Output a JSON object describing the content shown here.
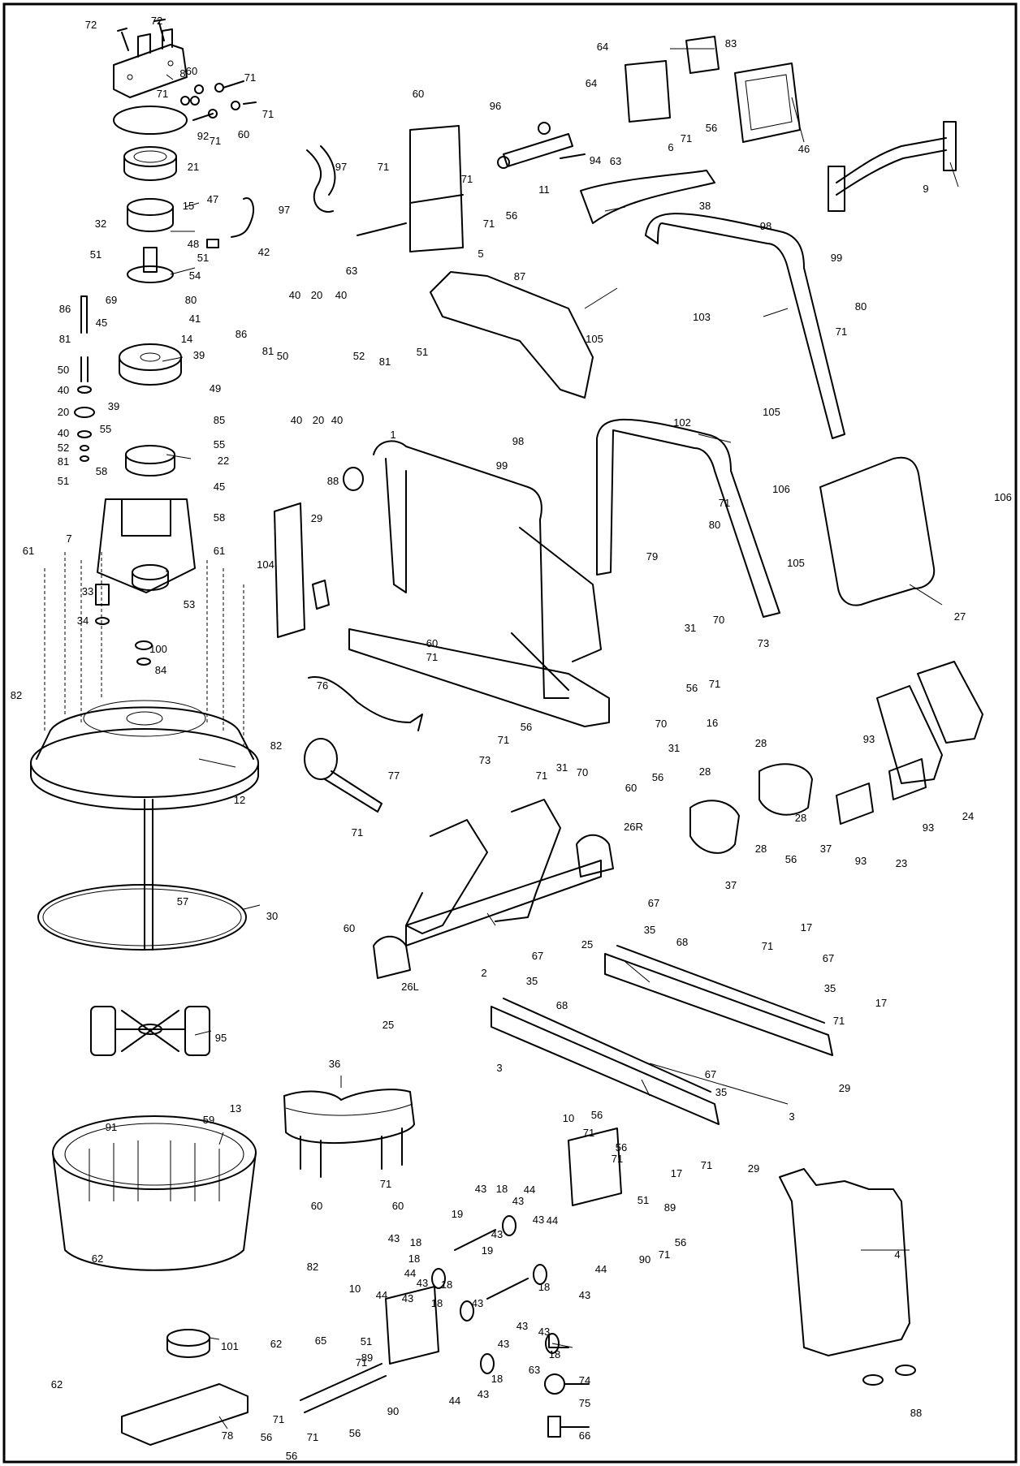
{
  "diagram": {
    "type": "exploded-parts-diagram",
    "border_color": "#000000",
    "background": "#ffffff",
    "callouts": [
      {
        "id": "c72a",
        "text": "72"
      },
      {
        "id": "c72b",
        "text": "72"
      },
      {
        "id": "c8",
        "text": "8"
      },
      {
        "id": "c60a",
        "text": "60"
      },
      {
        "id": "c71a",
        "text": "71"
      },
      {
        "id": "c71b",
        "text": "71"
      },
      {
        "id": "c71c",
        "text": "71"
      },
      {
        "id": "c60b",
        "text": "60"
      },
      {
        "id": "c71d",
        "text": "71"
      },
      {
        "id": "c92",
        "text": "92"
      },
      {
        "id": "c21",
        "text": "21"
      },
      {
        "id": "c97a",
        "text": "97"
      },
      {
        "id": "c97b",
        "text": "97"
      },
      {
        "id": "c15",
        "text": "15"
      },
      {
        "id": "c47",
        "text": "47"
      },
      {
        "id": "c32",
        "text": "32"
      },
      {
        "id": "c48",
        "text": "48"
      },
      {
        "id": "c42",
        "text": "42"
      },
      {
        "id": "c51a",
        "text": "51"
      },
      {
        "id": "c51b",
        "text": "51"
      },
      {
        "id": "c54",
        "text": "54"
      },
      {
        "id": "c86a",
        "text": "86"
      },
      {
        "id": "c69",
        "text": "69"
      },
      {
        "id": "c80a",
        "text": "80"
      },
      {
        "id": "c81a",
        "text": "81"
      },
      {
        "id": "c45a",
        "text": "45"
      },
      {
        "id": "c41",
        "text": "41"
      },
      {
        "id": "c14",
        "text": "14"
      },
      {
        "id": "c50a",
        "text": "50"
      },
      {
        "id": "c39a",
        "text": "39"
      },
      {
        "id": "c39b",
        "text": "39"
      },
      {
        "id": "c49",
        "text": "49"
      },
      {
        "id": "c40a",
        "text": "40"
      },
      {
        "id": "c20a",
        "text": "20"
      },
      {
        "id": "c40b",
        "text": "40"
      },
      {
        "id": "c52a",
        "text": "52"
      },
      {
        "id": "c81b",
        "text": "81"
      },
      {
        "id": "c51c",
        "text": "51"
      },
      {
        "id": "c85",
        "text": "85"
      },
      {
        "id": "c55a",
        "text": "55"
      },
      {
        "id": "c55b",
        "text": "55"
      },
      {
        "id": "c22",
        "text": "22"
      },
      {
        "id": "c58a",
        "text": "58"
      },
      {
        "id": "c45b",
        "text": "45"
      },
      {
        "id": "c58b",
        "text": "58"
      },
      {
        "id": "c7",
        "text": "7"
      },
      {
        "id": "c61a",
        "text": "61"
      },
      {
        "id": "c61b",
        "text": "61"
      },
      {
        "id": "c33",
        "text": "33"
      },
      {
        "id": "c53",
        "text": "53"
      },
      {
        "id": "c34",
        "text": "34"
      },
      {
        "id": "c100",
        "text": "100"
      },
      {
        "id": "c84",
        "text": "84"
      },
      {
        "id": "c82a",
        "text": "82"
      },
      {
        "id": "c82b",
        "text": "82"
      },
      {
        "id": "c12",
        "text": "12"
      },
      {
        "id": "c57",
        "text": "57"
      },
      {
        "id": "c30",
        "text": "30"
      },
      {
        "id": "c95",
        "text": "95"
      },
      {
        "id": "c13",
        "text": "13"
      },
      {
        "id": "c59",
        "text": "59"
      },
      {
        "id": "c91",
        "text": "91"
      },
      {
        "id": "c82c",
        "text": "82"
      },
      {
        "id": "c62a",
        "text": "62"
      },
      {
        "id": "c101",
        "text": "101"
      },
      {
        "id": "c62b",
        "text": "62"
      },
      {
        "id": "c62c",
        "text": "62"
      },
      {
        "id": "c78",
        "text": "78"
      },
      {
        "id": "c60c",
        "text": "60"
      },
      {
        "id": "c71e",
        "text": "71"
      },
      {
        "id": "c71f",
        "text": "71"
      },
      {
        "id": "c5",
        "text": "5"
      },
      {
        "id": "c56a",
        "text": "56"
      },
      {
        "id": "c71g",
        "text": "71"
      },
      {
        "id": "c63a",
        "text": "63"
      },
      {
        "id": "c96",
        "text": "96"
      },
      {
        "id": "c11",
        "text": "11"
      },
      {
        "id": "c94",
        "text": "94"
      },
      {
        "id": "c63b",
        "text": "63"
      },
      {
        "id": "c64a",
        "text": "64"
      },
      {
        "id": "c64b",
        "text": "64"
      },
      {
        "id": "c83",
        "text": "83"
      },
      {
        "id": "c6",
        "text": "6"
      },
      {
        "id": "c71h",
        "text": "71"
      },
      {
        "id": "c56b",
        "text": "56"
      },
      {
        "id": "c46",
        "text": "46"
      },
      {
        "id": "c9",
        "text": "9"
      },
      {
        "id": "c38",
        "text": "38"
      },
      {
        "id": "c98a",
        "text": "98"
      },
      {
        "id": "c99a",
        "text": "99"
      },
      {
        "id": "c87",
        "text": "87"
      },
      {
        "id": "c103",
        "text": "103"
      },
      {
        "id": "c80b",
        "text": "80"
      },
      {
        "id": "c71i",
        "text": "71"
      },
      {
        "id": "c105a",
        "text": "105"
      },
      {
        "id": "c105b",
        "text": "105"
      },
      {
        "id": "c40c",
        "text": "40"
      },
      {
        "id": "c20b",
        "text": "20"
      },
      {
        "id": "c40d",
        "text": "40"
      },
      {
        "id": "c86b",
        "text": "86"
      },
      {
        "id": "c81c",
        "text": "81"
      },
      {
        "id": "c50b",
        "text": "50"
      },
      {
        "id": "c52b",
        "text": "52"
      },
      {
        "id": "c81d",
        "text": "81"
      },
      {
        "id": "c51d",
        "text": "51"
      },
      {
        "id": "c40e",
        "text": "40"
      },
      {
        "id": "c20c",
        "text": "20"
      },
      {
        "id": "c40f",
        "text": "40"
      },
      {
        "id": "c1",
        "text": "1"
      },
      {
        "id": "c98b",
        "text": "98"
      },
      {
        "id": "c99b",
        "text": "99"
      },
      {
        "id": "c102",
        "text": "102"
      },
      {
        "id": "c88a",
        "text": "88"
      },
      {
        "id": "c106a",
        "text": "106"
      },
      {
        "id": "c106b",
        "text": "106"
      },
      {
        "id": "c104",
        "text": "104"
      },
      {
        "id": "c29a",
        "text": "29"
      },
      {
        "id": "c71j",
        "text": "71"
      },
      {
        "id": "c80c",
        "text": "80"
      },
      {
        "id": "c105c",
        "text": "105"
      },
      {
        "id": "c27",
        "text": "27"
      },
      {
        "id": "c79",
        "text": "79"
      },
      {
        "id": "c70a",
        "text": "70"
      },
      {
        "id": "c60d",
        "text": "60"
      },
      {
        "id": "c71k",
        "text": "71"
      },
      {
        "id": "c31a",
        "text": "31"
      },
      {
        "id": "c73a",
        "text": "73"
      },
      {
        "id": "c56c",
        "text": "56"
      },
      {
        "id": "c71l",
        "text": "71"
      },
      {
        "id": "c76",
        "text": "76"
      },
      {
        "id": "c56d",
        "text": "56"
      },
      {
        "id": "c71m",
        "text": "71"
      },
      {
        "id": "c70b",
        "text": "70"
      },
      {
        "id": "c73b",
        "text": "73"
      },
      {
        "id": "c31b",
        "text": "31"
      },
      {
        "id": "c70c",
        "text": "70"
      },
      {
        "id": "c31c",
        "text": "31"
      },
      {
        "id": "c56e",
        "text": "56"
      },
      {
        "id": "c77",
        "text": "77"
      },
      {
        "id": "c16",
        "text": "16"
      },
      {
        "id": "c28a",
        "text": "28"
      },
      {
        "id": "c28b",
        "text": "28"
      },
      {
        "id": "c28c",
        "text": "28"
      },
      {
        "id": "c28d",
        "text": "28"
      },
      {
        "id": "c56f",
        "text": "56"
      },
      {
        "id": "c37a",
        "text": "37"
      },
      {
        "id": "c37b",
        "text": "37"
      },
      {
        "id": "c93a",
        "text": "93"
      },
      {
        "id": "c93b",
        "text": "93"
      },
      {
        "id": "c93c",
        "text": "93"
      },
      {
        "id": "c23",
        "text": "23"
      },
      {
        "id": "c24",
        "text": "24"
      },
      {
        "id": "c71n",
        "text": "71"
      },
      {
        "id": "c60e",
        "text": "60"
      },
      {
        "id": "c71o",
        "text": "71"
      },
      {
        "id": "c60f",
        "text": "60"
      },
      {
        "id": "c26R",
        "text": "26R"
      },
      {
        "id": "c67a",
        "text": "67"
      },
      {
        "id": "c25a",
        "text": "25"
      },
      {
        "id": "c35a",
        "text": "35"
      },
      {
        "id": "c2",
        "text": "2"
      },
      {
        "id": "c67b",
        "text": "67"
      },
      {
        "id": "c35b",
        "text": "35"
      },
      {
        "id": "c26L",
        "text": "26L"
      },
      {
        "id": "c25b",
        "text": "25"
      },
      {
        "id": "c68a",
        "text": "68"
      },
      {
        "id": "c68b",
        "text": "68"
      },
      {
        "id": "c71p",
        "text": "71"
      },
      {
        "id": "c17a",
        "text": "17"
      },
      {
        "id": "c67c",
        "text": "67"
      },
      {
        "id": "c35c",
        "text": "35"
      },
      {
        "id": "c71q",
        "text": "71"
      },
      {
        "id": "c17b",
        "text": "17"
      },
      {
        "id": "c3a",
        "text": "3"
      },
      {
        "id": "c67d",
        "text": "67"
      },
      {
        "id": "c35d",
        "text": "35"
      },
      {
        "id": "c3b",
        "text": "3"
      },
      {
        "id": "c29b",
        "text": "29"
      },
      {
        "id": "c36",
        "text": "36"
      },
      {
        "id": "c71r",
        "text": "71"
      },
      {
        "id": "c60g",
        "text": "60"
      },
      {
        "id": "c60h",
        "text": "60"
      },
      {
        "id": "c10a",
        "text": "10"
      },
      {
        "id": "c56g",
        "text": "56"
      },
      {
        "id": "c71s",
        "text": "71"
      },
      {
        "id": "c56h",
        "text": "56"
      },
      {
        "id": "c71t",
        "text": "71"
      },
      {
        "id": "c17c",
        "text": "17"
      },
      {
        "id": "c71u",
        "text": "71"
      },
      {
        "id": "c29c",
        "text": "29"
      },
      {
        "id": "c51e",
        "text": "51"
      },
      {
        "id": "c89a",
        "text": "89"
      },
      {
        "id": "c90a",
        "text": "90"
      },
      {
        "id": "c71v",
        "text": "71"
      },
      {
        "id": "c56i",
        "text": "56"
      },
      {
        "id": "c4",
        "text": "4"
      },
      {
        "id": "c43a",
        "text": "43"
      },
      {
        "id": "c18a",
        "text": "18"
      },
      {
        "id": "c43b",
        "text": "43"
      },
      {
        "id": "c44a",
        "text": "44"
      },
      {
        "id": "c43c",
        "text": "43"
      },
      {
        "id": "c44b",
        "text": "44"
      },
      {
        "id": "c19a",
        "text": "19"
      },
      {
        "id": "c43d",
        "text": "43"
      },
      {
        "id": "c18b",
        "text": "18"
      },
      {
        "id": "c19b",
        "text": "19"
      },
      {
        "id": "c18c",
        "text": "18"
      },
      {
        "id": "c43e",
        "text": "43"
      },
      {
        "id": "c44c",
        "text": "44"
      },
      {
        "id": "c43f",
        "text": "43"
      },
      {
        "id": "c18d",
        "text": "18"
      },
      {
        "id": "c44d",
        "text": "44"
      },
      {
        "id": "c43g",
        "text": "43"
      },
      {
        "id": "c18e",
        "text": "18"
      },
      {
        "id": "c43h",
        "text": "43"
      },
      {
        "id": "c18f",
        "text": "18"
      },
      {
        "id": "c43i",
        "text": "43"
      },
      {
        "id": "c43j",
        "text": "43"
      },
      {
        "id": "c10b",
        "text": "10"
      },
      {
        "id": "c44e",
        "text": "44"
      },
      {
        "id": "c43k",
        "text": "43"
      },
      {
        "id": "c18g",
        "text": "18"
      },
      {
        "id": "c43l",
        "text": "43"
      },
      {
        "id": "c63c",
        "text": "63"
      },
      {
        "id": "c44f",
        "text": "44"
      },
      {
        "id": "c43m",
        "text": "43"
      },
      {
        "id": "c18h",
        "text": "18"
      },
      {
        "id": "c51f",
        "text": "51"
      },
      {
        "id": "c89b",
        "text": "89"
      },
      {
        "id": "c90b",
        "text": "90"
      },
      {
        "id": "c65",
        "text": "65"
      },
      {
        "id": "c71w",
        "text": "71"
      },
      {
        "id": "c56j",
        "text": "56"
      },
      {
        "id": "c71x",
        "text": "71"
      },
      {
        "id": "c56k",
        "text": "56"
      },
      {
        "id": "c71y",
        "text": "71"
      },
      {
        "id": "c56l",
        "text": "56"
      },
      {
        "id": "c74",
        "text": "74"
      },
      {
        "id": "c75",
        "text": "75"
      },
      {
        "id": "c66",
        "text": "66"
      },
      {
        "id": "c88b",
        "text": "88"
      }
    ]
  }
}
